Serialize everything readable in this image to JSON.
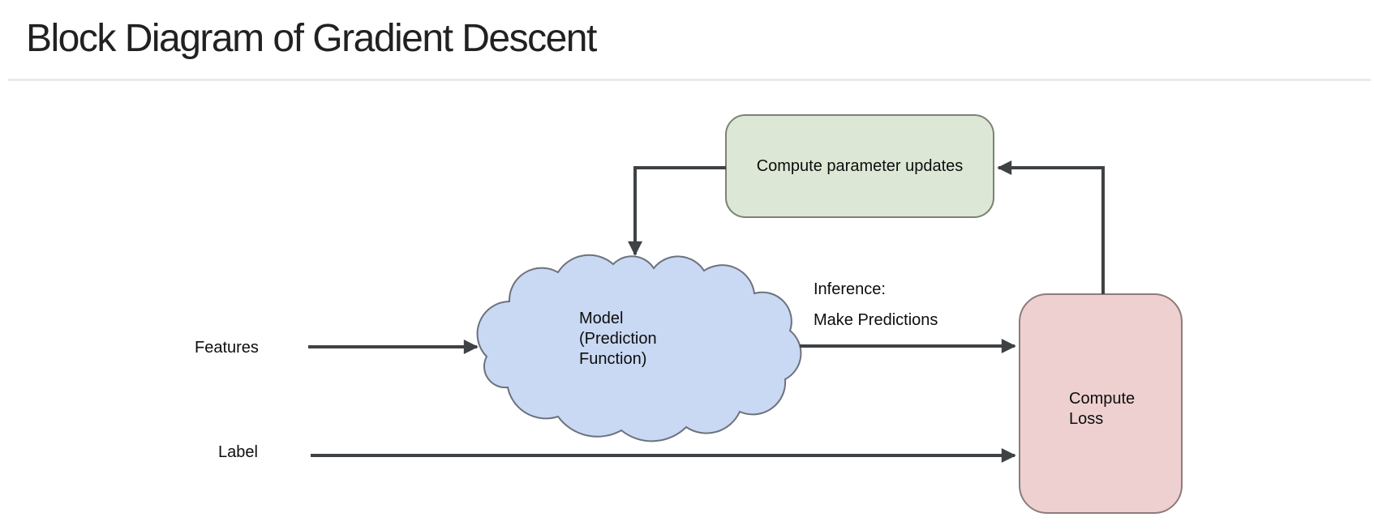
{
  "title": "Block Diagram of Gradient Descent",
  "colors": {
    "background": "#ffffff",
    "divider": "#e9e9e9",
    "title_text": "#212121",
    "diagram_text": "#0d0d0d",
    "arrow": "#3f4245",
    "cloud_fill": "#c9d9f3",
    "cloud_stroke": "#6c727d",
    "update_box_fill": "#dce8d5",
    "update_box_stroke": "#7c8272",
    "loss_box_fill": "#eed0d0",
    "loss_box_stroke": "#8e7b7b"
  },
  "nodes": {
    "update_box": {
      "label": "Compute parameter updates"
    },
    "model_cloud": {
      "lines": [
        "Model",
        "(Prediction",
        "Function)"
      ]
    },
    "loss_box": {
      "lines": [
        "Compute",
        "Loss"
      ]
    }
  },
  "labels": {
    "features": "Features",
    "label": "Label",
    "inference_line1": "Inference:",
    "inference_line2": "Make Predictions"
  }
}
